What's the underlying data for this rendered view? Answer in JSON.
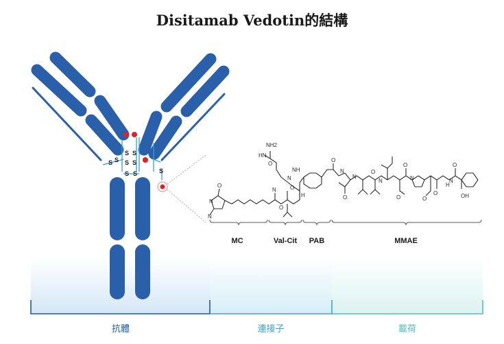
{
  "title": "Disitamab Vedotin的結構",
  "bond_labels": [
    "S",
    "S",
    "S",
    "S",
    "S",
    "S",
    "S",
    "S",
    "S",
    "S"
  ],
  "structure": {
    "atoms": [
      "NH2",
      "HN",
      "O",
      "NH",
      "N",
      "O",
      "N",
      "N",
      "O",
      "O",
      "H",
      "N",
      "O",
      "N",
      "O",
      "N",
      "O",
      "OH",
      "O",
      "H",
      "N",
      "O",
      "O",
      "O",
      "O",
      "N",
      "N"
    ]
  },
  "segments": [
    {
      "label": "MC"
    },
    {
      "label": "Val-Cit"
    },
    {
      "label": "PAB"
    },
    {
      "label": "MMAE"
    }
  ],
  "bottom_labels": [
    {
      "label": "抗體",
      "color": "#1f5a9e"
    },
    {
      "label": "連接子",
      "color": "#3ba3d6"
    },
    {
      "label": "載荷",
      "color": "#4fbfbf"
    }
  ],
  "colors": {
    "antibody_blue": "#2a5faa",
    "bond_cyan": "#2aa0d8",
    "drug_red": "#d9252b",
    "text_dark": "#1a1a1a"
  }
}
